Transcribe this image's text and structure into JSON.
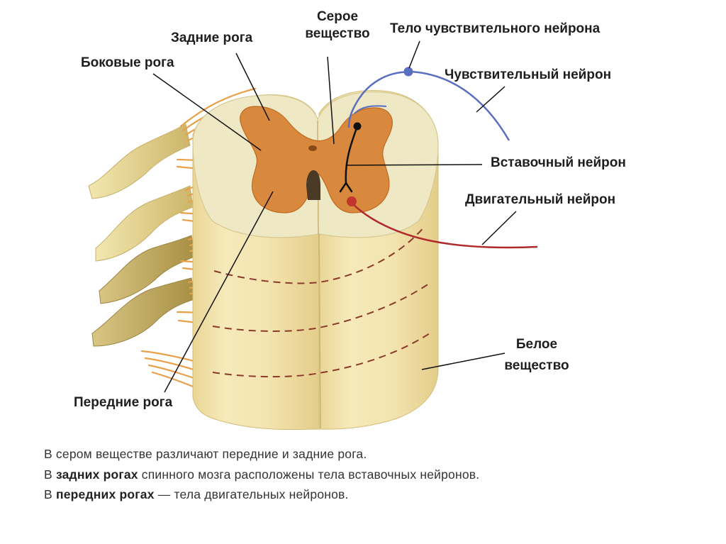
{
  "labels": {
    "gray_matter": [
      "Серое",
      "вещество"
    ],
    "dorsal_horns": "Задние рога",
    "lateral_horns": "Боковые рога",
    "sensory_body": "Тело чувствительного нейрона",
    "sensory_neuron": "Чувствительный нейрон",
    "interneuron": "Вставочный нейрон",
    "motor_neuron": "Двигательный нейрон",
    "white_matter": [
      "Белое",
      "вещество"
    ],
    "ventral_horns": "Передние рога"
  },
  "caption": {
    "line1": "В сером веществе различают передние и задние рога.",
    "line2_pre": "В ",
    "line2_bold": "задних рогах",
    "line2_post": " спинного мозга расположены тела вставочных нейронов.",
    "line3_pre": "В ",
    "line3_bold": "передних рогах",
    "line3_post": " — тела двигательных нейронов."
  },
  "colors": {
    "white_matter": "#f3e6b8",
    "white_matter_top": "#eee8c4",
    "gray_matter": "#d9893d",
    "gray_matter_edge": "#c06a22",
    "nerve_roots": "#e8a04a",
    "ganglion": "#e6d48a",
    "sensory_neuron": "#5b6fc0",
    "motor_neuron": "#b02a2a",
    "interneuron": "#111111",
    "vessel_dashes": "#8a3a2a"
  }
}
